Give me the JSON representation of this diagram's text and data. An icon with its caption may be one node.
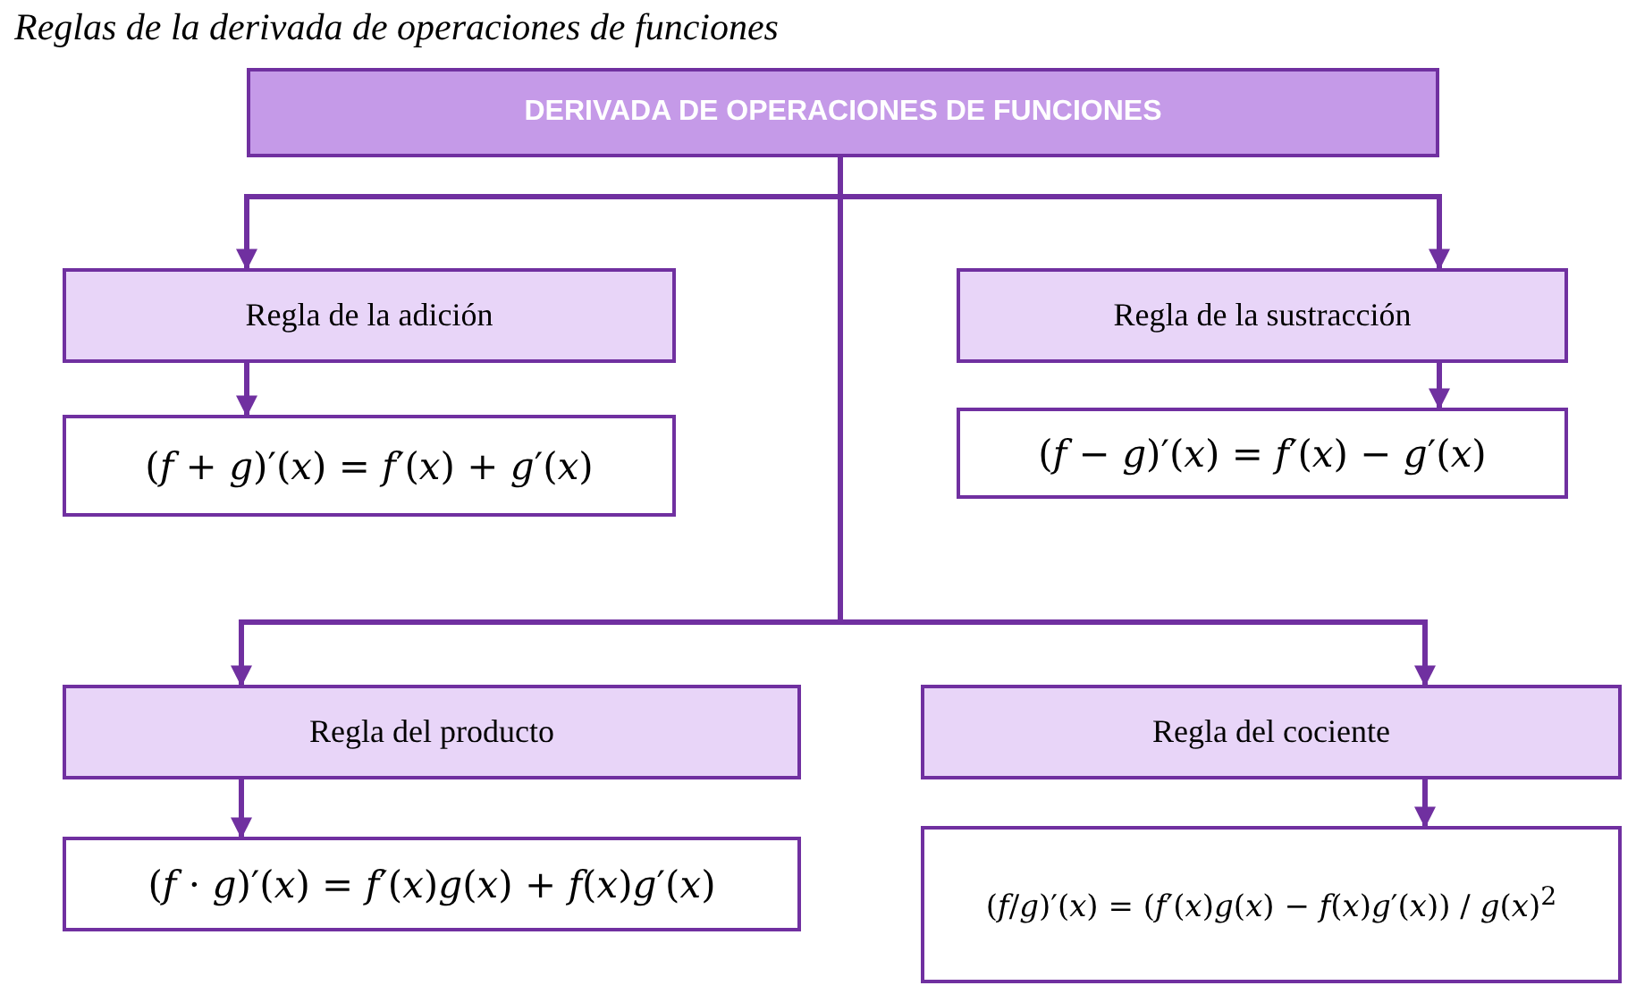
{
  "diagram": {
    "title": "Reglas de la derivada de operaciones de funciones",
    "nodes": [
      {
        "text": [
          "DERIVADA DE OPERACIONES DE FUNCIONES"
        ]
      },
      {
        "text": [
          "Regla de la adición"
        ]
      },
      {
        "text": [
          "Regla de la sustracción"
        ]
      },
      {
        "text": [
          "(*f* + *g*)′(*x*) = *f*′(*x*) + *g*′(*x*)"
        ]
      },
      {
        "text": [
          "(*f* − *g*)′(*x*) = *f*′(*x*) − *g*′(*x*)"
        ]
      },
      {
        "text": [
          "Regla del producto"
        ]
      },
      {
        "text": [
          "Regla del cociente"
        ]
      },
      {
        "text": [
          "(*f* · *g*)′(*x*) = *f*′(*x*)*g*(*x*) + *f*(*x*)*g*′(*x*)"
        ]
      },
      {
        "text": [
          "(*f*/*g*)′(*x*) = (*f*′(*x*)*g*(*x*) − *f*(*x*)*g*′(*x*)) / *g*(*x*)$^{2}$"
        ]
      }
    ],
    "edges": [
      {
        "from": 0,
        "to": 1,
        "arrow": "to"
      },
      {
        "from": 0,
        "to": 2,
        "arrow": "to"
      },
      {
        "from": 0,
        "to": 5,
        "arrow": "to"
      },
      {
        "from": 0,
        "to": 6,
        "arrow": "to"
      },
      {
        "from": 1,
        "to": 3,
        "arrow": "to"
      },
      {
        "from": 2,
        "to": 4,
        "arrow": "to"
      },
      {
        "from": 5,
        "to": 7,
        "arrow": "to"
      },
      {
        "from": 6,
        "to": 8,
        "arrow": "to"
      }
    ]
  }
}
